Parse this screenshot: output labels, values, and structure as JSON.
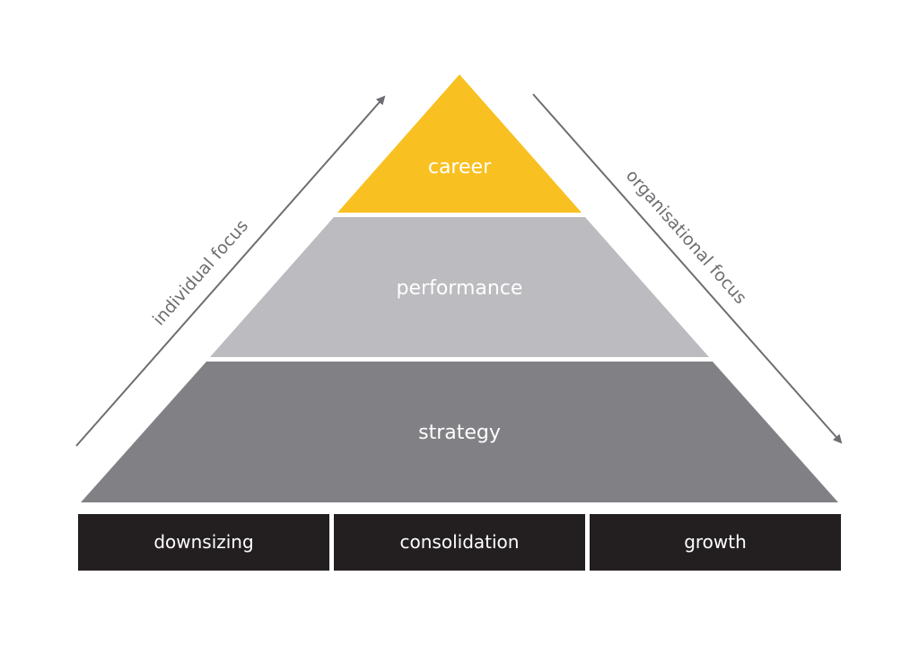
{
  "colors": {
    "career": "#f8c021",
    "performance": "#bcbcc0",
    "strategy": "#818085",
    "base": "#231f20",
    "arrow": "#6d6e71",
    "label": "#ffffff"
  },
  "pyramid": {
    "layers": [
      {
        "label": "career",
        "color": "#f8c021"
      },
      {
        "label": "performance",
        "color": "#bcbcc0"
      },
      {
        "label": "strategy",
        "color": "#818085"
      }
    ]
  },
  "axes": {
    "left": {
      "label": "individual focus",
      "direction": "up"
    },
    "right": {
      "label": "organisational focus",
      "direction": "down"
    }
  },
  "base_boxes": [
    {
      "label": "downsizing"
    },
    {
      "label": "consolidation"
    },
    {
      "label": "growth"
    }
  ]
}
